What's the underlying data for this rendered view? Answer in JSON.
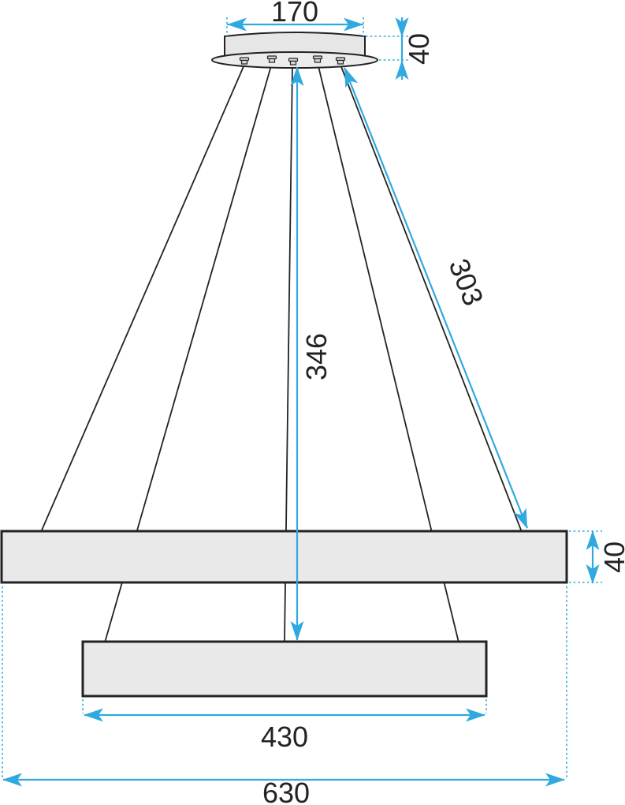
{
  "diagram": {
    "labels": {
      "canopy_width": "170",
      "canopy_height": "40",
      "center_drop": "346",
      "wire_run": "303",
      "ring_thickness": "40",
      "lower_ring_width": "430",
      "upper_ring_width": "630"
    },
    "colors": {
      "dimension_accent": "#2FA9DF",
      "outline": "#232323",
      "panel_fill": "#E9E9E9",
      "background": "#FFFFFF"
    }
  }
}
